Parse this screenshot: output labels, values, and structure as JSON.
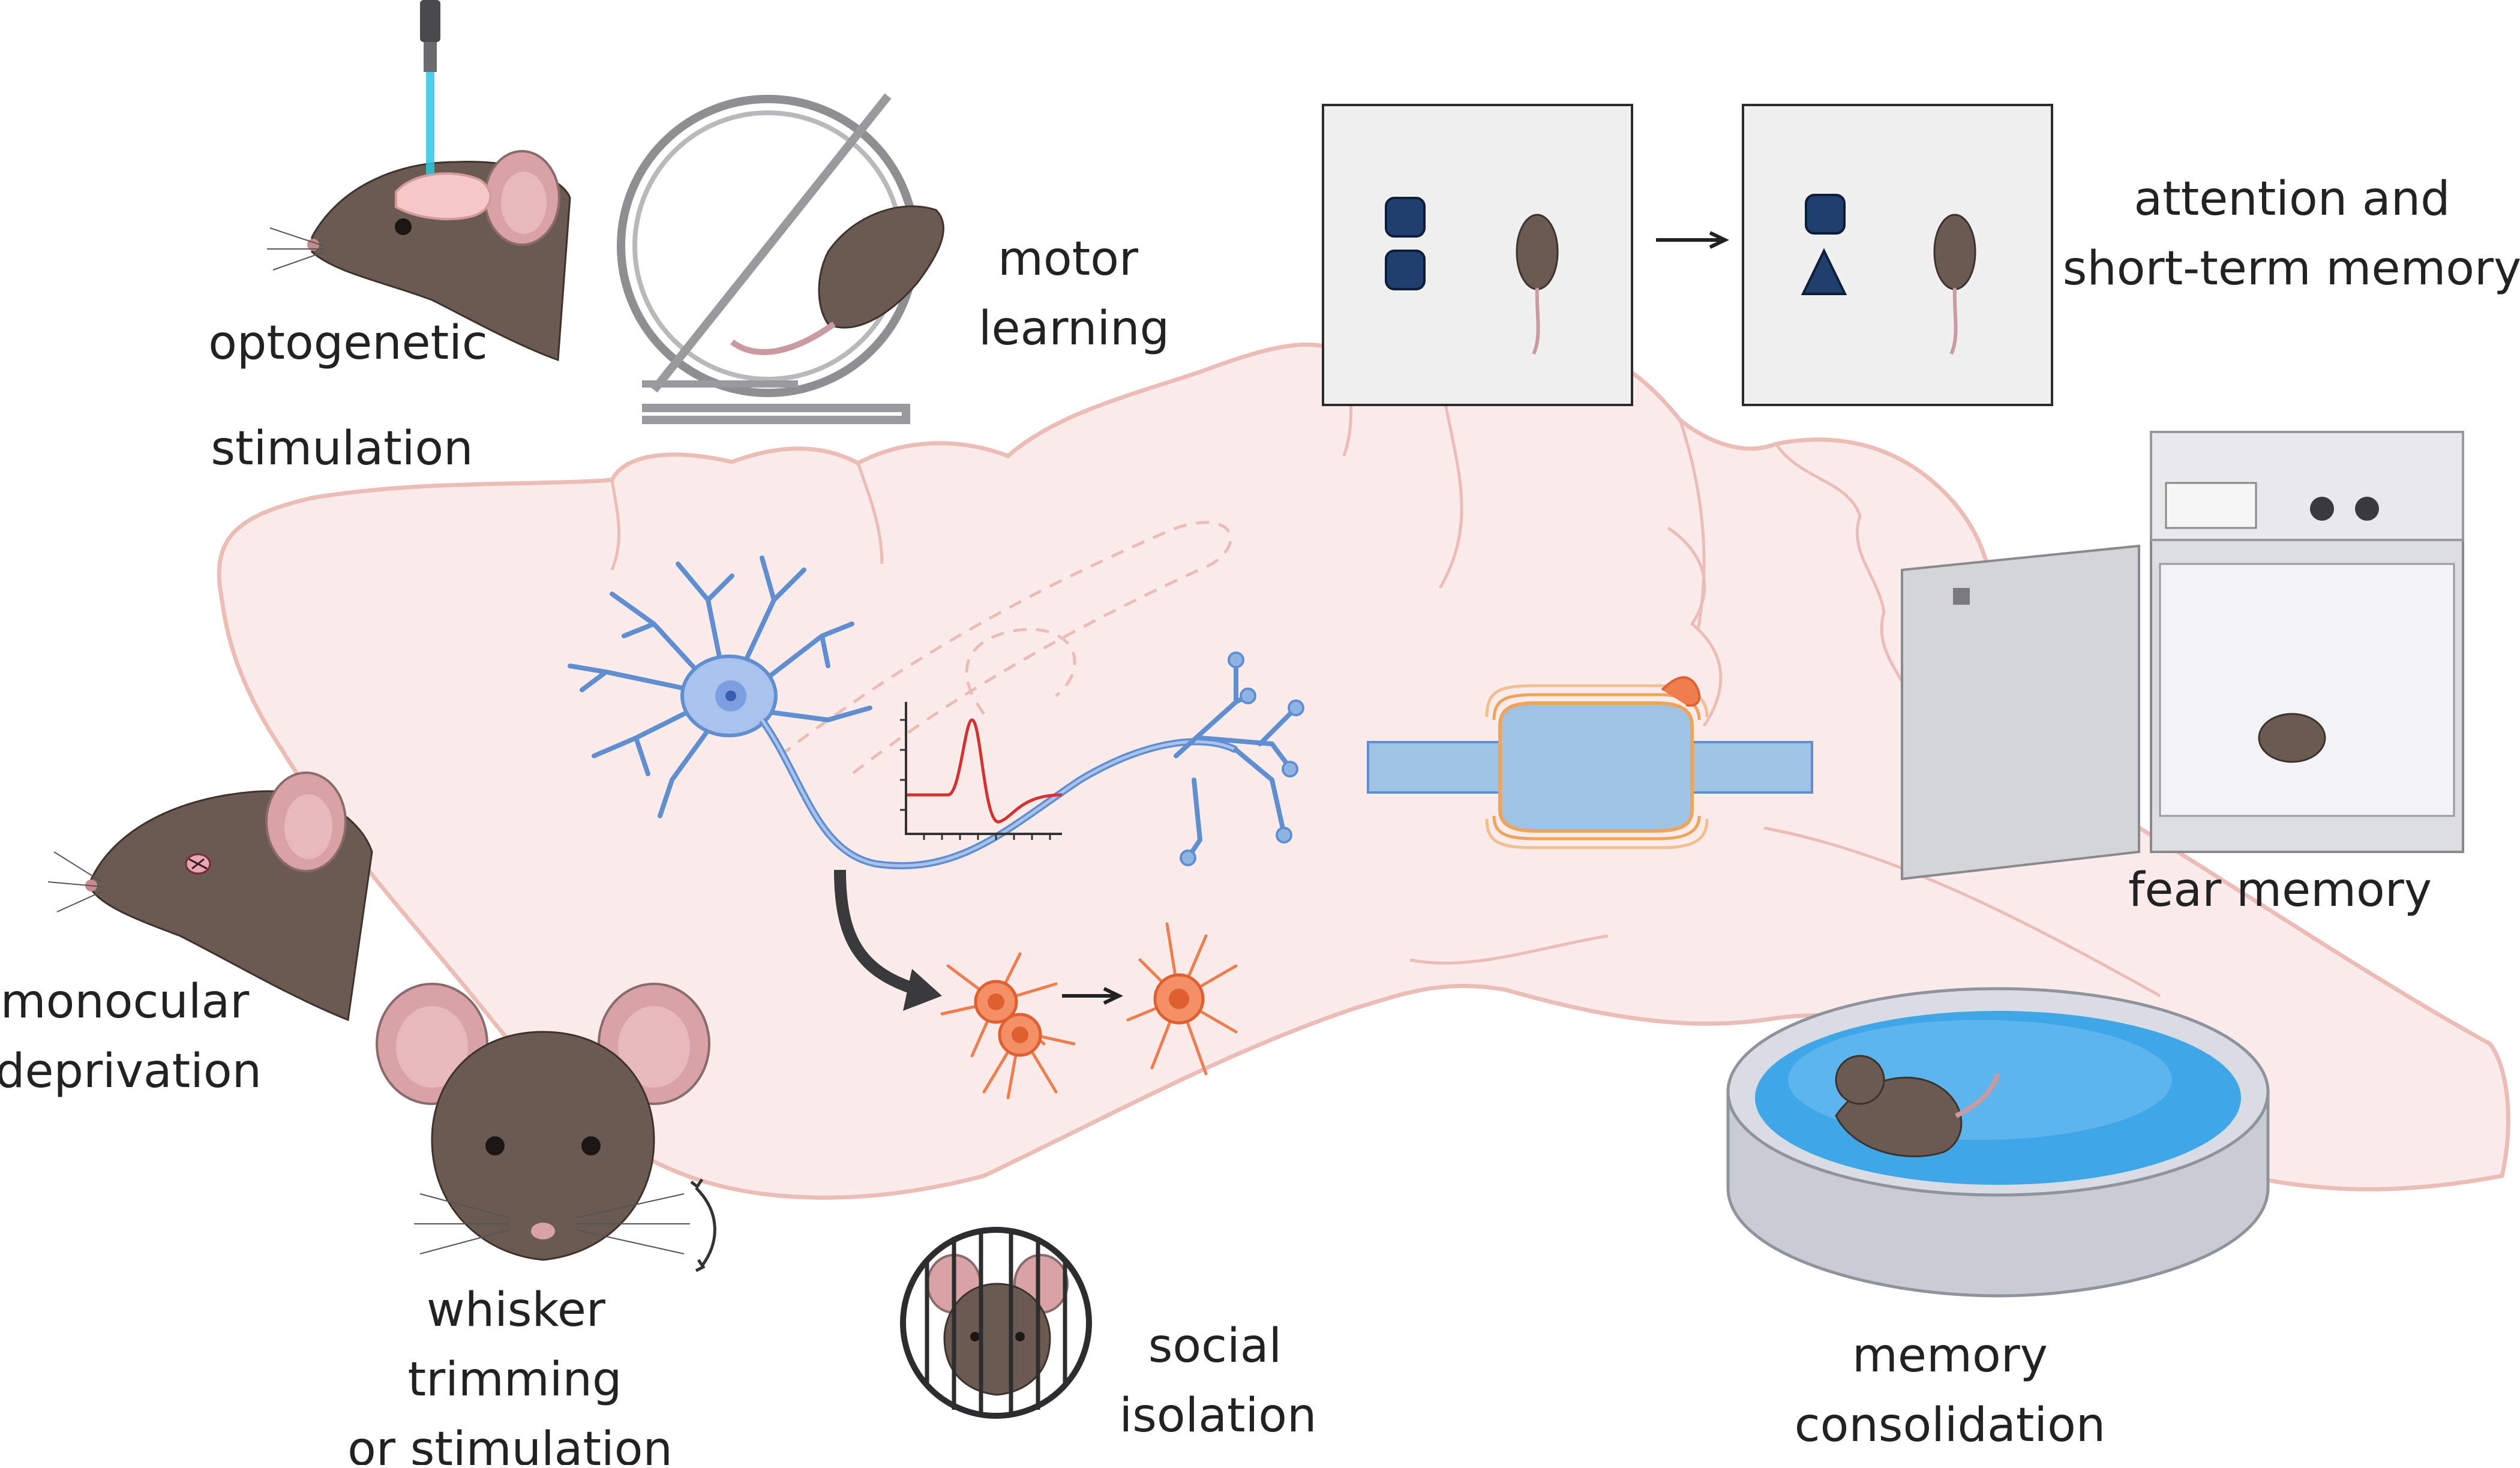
{
  "labels": {
    "optogenetic": [
      "optogenetic",
      "stimulation"
    ],
    "motor": [
      "motor",
      "learning"
    ],
    "attention": [
      "attention and",
      "short-term memory"
    ],
    "fear": [
      "fear memory"
    ],
    "monocular": [
      "monocular",
      "deprivation"
    ],
    "whisker": [
      "whisker",
      "trimming",
      "or stimulation"
    ],
    "social": [
      "social",
      "isolation"
    ],
    "consolidation": [
      "memory",
      "consolidation"
    ]
  },
  "colors": {
    "brain_fill": "#fbeceb",
    "brain_outline": "#ecbcb6",
    "neuron_blue": "#8eb4e3",
    "neuron_outline": "#5f8fd0",
    "glia_orange": "#f07d4e",
    "mouse_brown": "#6b5a52",
    "ear_pink": "#d9a2a5",
    "panel_bg": "#f0f0f1",
    "object_navy": "#1f3f6e",
    "water_blue": "#3fa6e8",
    "tank_grey": "#c9ccd3",
    "box_grey": "#dcdde0",
    "axon_sheath": "#9fc3e3",
    "myelin_orange": "#f0a45a",
    "trace_red": "#d6312f"
  },
  "icons": [
    "mouse-head-icon",
    "optic-fiber-icon",
    "running-wheel-icon",
    "mouse-icon",
    "square-object-icon",
    "triangle-object-icon",
    "arrow-right-icon",
    "fear-conditioning-box-icon",
    "neuron-icon",
    "action-potential-trace-icon",
    "myelinated-axon-icon",
    "oligodendrocyte-icon",
    "eye-suture-icon",
    "mouse-face-icon",
    "whisker-motion-icon",
    "cage-bars-icon",
    "water-maze-icon"
  ]
}
